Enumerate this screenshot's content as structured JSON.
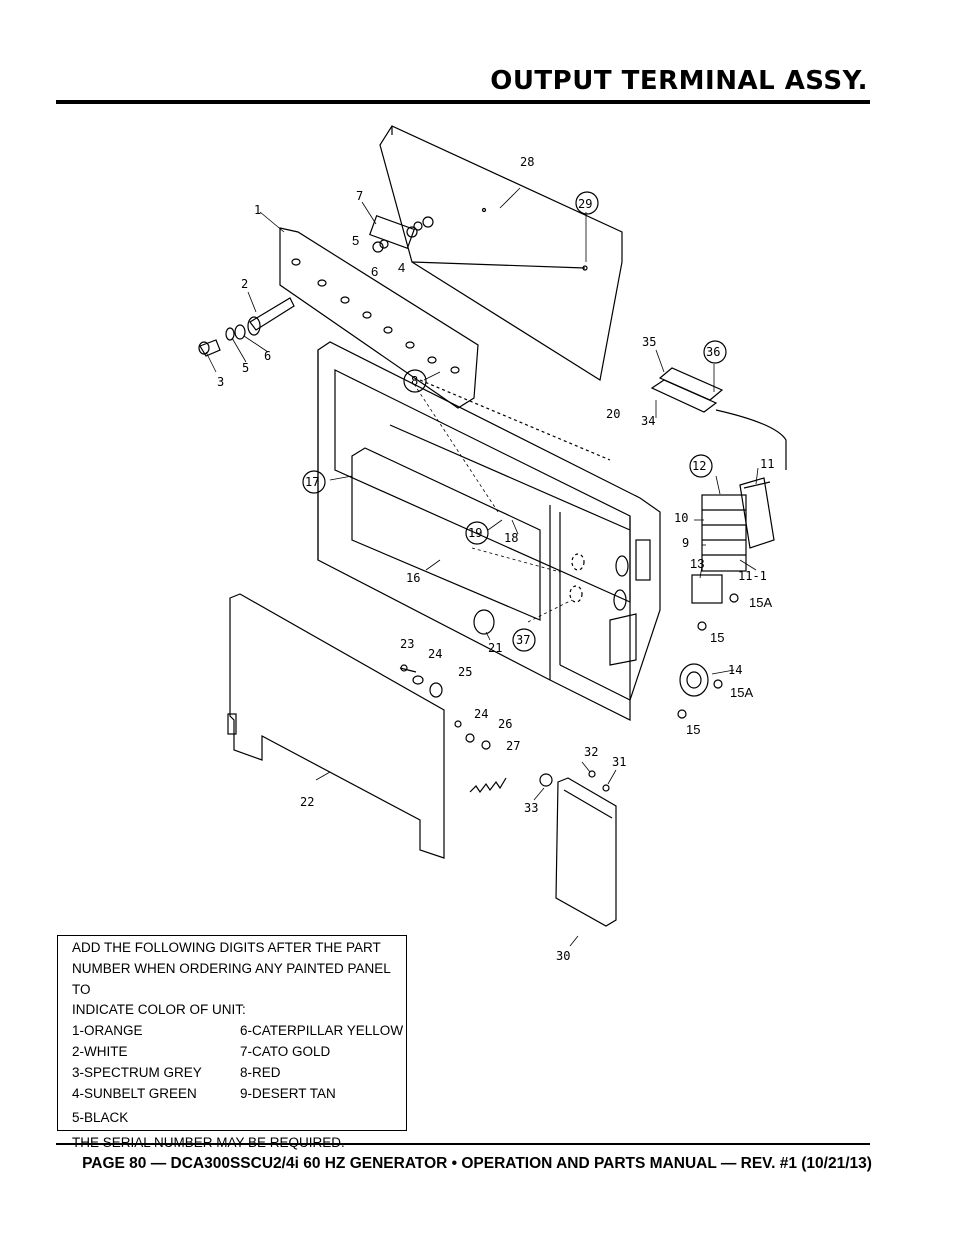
{
  "page": {
    "title": "OUTPUT TERMINAL ASSY.",
    "footer": "PAGE 80 — DCA300SSCU2/4i 60 HZ GENERATOR • OPERATION AND PARTS MANUAL — REV. #1 (10/21/13)"
  },
  "diagram": {
    "callouts": {
      "c28": "28",
      "c29": "29",
      "c7": "7",
      "c5a": "5",
      "c6a": "6",
      "c4": "4",
      "c1": "1",
      "c2": "2",
      "c3": "3",
      "c5b": "5",
      "c6b": "6",
      "c8": "8",
      "c35": "35",
      "c36": "36",
      "c34": "34",
      "c20": "20",
      "c12": "12",
      "c11": "11",
      "c10": "10",
      "c9": "9",
      "c11_1": "11-1",
      "c13": "13",
      "c15a_1": "15A",
      "c15_1": "15",
      "c14": "14",
      "c15a_2": "15A",
      "c15_2": "15",
      "c17": "17",
      "c19": "19",
      "c18": "18",
      "c16": "16",
      "c21": "21",
      "c37": "37",
      "c23": "23",
      "c24a": "24",
      "c25": "25",
      "c24b": "24",
      "c26": "26",
      "c27": "27",
      "c22": "22",
      "c32": "32",
      "c31": "31",
      "c33": "33",
      "c30": "30"
    }
  },
  "note": {
    "intro1": "ADD THE FOLLOWING DIGITS AFTER THE PART",
    "intro2": "NUMBER WHEN ORDERING ANY PAINTED PANEL TO",
    "intro3": "INDICATE COLOR OF UNIT:",
    "colors": [
      [
        "1-ORANGE",
        "6-CATERPILLAR YELLOW"
      ],
      [
        "2-WHITE",
        "7-CATO GOLD"
      ],
      [
        "3-SPECTRUM GREY",
        "8-RED"
      ],
      [
        "4-SUNBELT GREEN",
        "9-DESERT TAN"
      ]
    ],
    "extra": "5-BLACK",
    "serial": "THE SERIAL NUMBER MAY BE REQUIRED."
  }
}
